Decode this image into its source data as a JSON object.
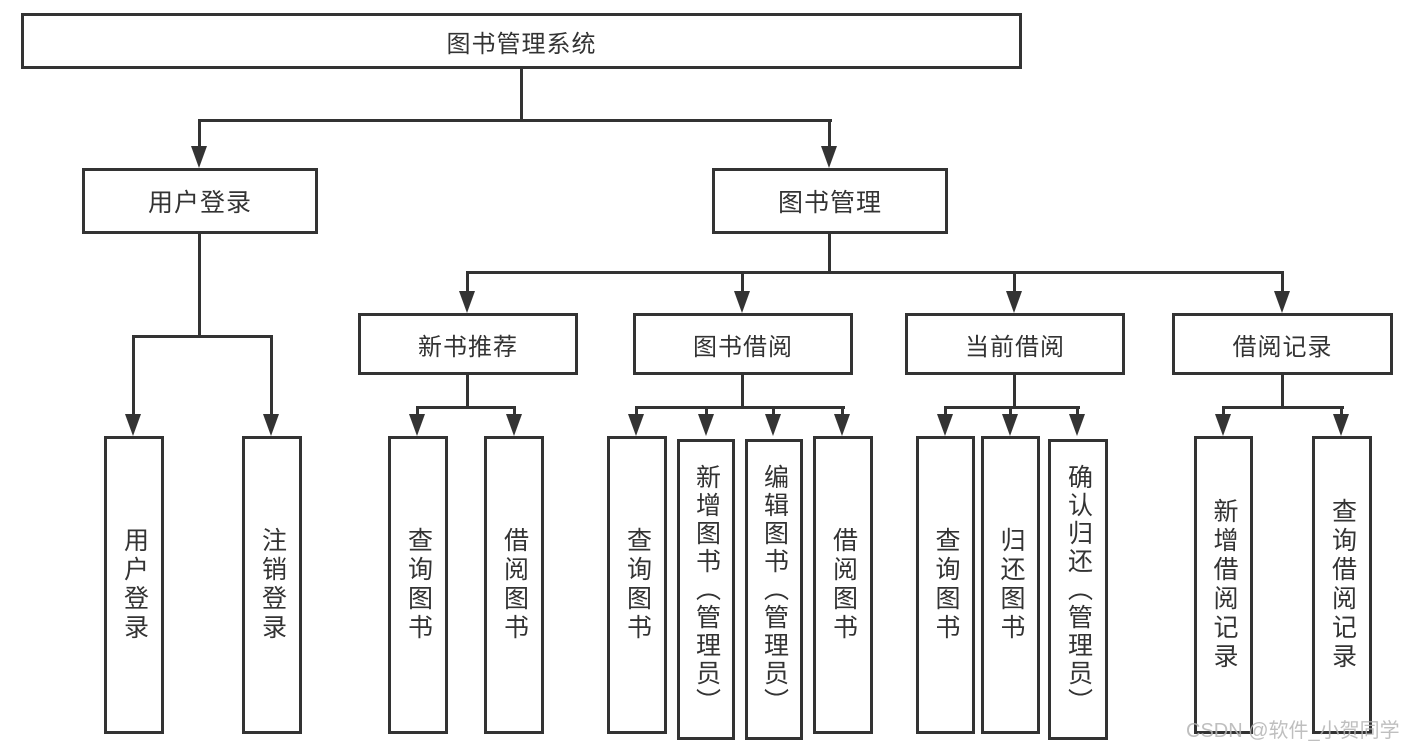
{
  "diagram": {
    "title": "图书管理系统",
    "nodes": {
      "root": {
        "label": "图书管理系统"
      },
      "user_login": {
        "label": "用户登录"
      },
      "book_mgmt": {
        "label": "图书管理"
      },
      "new_book": {
        "label": "新书推荐"
      },
      "book_borrow": {
        "label": "图书借阅"
      },
      "current_borrow": {
        "label": "当前借阅"
      },
      "borrow_record": {
        "label": "借阅记录"
      },
      "leaf_user_login": {
        "label": "用户登录"
      },
      "leaf_logout": {
        "label": "注销登录"
      },
      "leaf_nb_query": {
        "label": "查询图书"
      },
      "leaf_nb_borrow": {
        "label": "借阅图书"
      },
      "leaf_bb_query": {
        "label": "查询图书"
      },
      "leaf_bb_add": {
        "label": "新增图书（管理员）"
      },
      "leaf_bb_edit": {
        "label": "编辑图书（管理员）"
      },
      "leaf_bb_borrow": {
        "label": "借阅图书"
      },
      "leaf_cb_query": {
        "label": "查询图书"
      },
      "leaf_cb_return": {
        "label": "归还图书"
      },
      "leaf_cb_confirm": {
        "label": "确认归还（管理员）"
      },
      "leaf_br_add": {
        "label": "新增借阅记录"
      },
      "leaf_br_query": {
        "label": "查询借阅记录"
      }
    },
    "edges": [
      {
        "parent": "root",
        "children": [
          "user_login",
          "book_mgmt"
        ]
      },
      {
        "parent": "user_login",
        "children": [
          "leaf_user_login",
          "leaf_logout"
        ]
      },
      {
        "parent": "book_mgmt",
        "children": [
          "new_book",
          "book_borrow",
          "current_borrow",
          "borrow_record"
        ]
      },
      {
        "parent": "new_book",
        "children": [
          "leaf_nb_query",
          "leaf_nb_borrow"
        ]
      },
      {
        "parent": "book_borrow",
        "children": [
          "leaf_bb_query",
          "leaf_bb_add",
          "leaf_bb_edit",
          "leaf_bb_borrow"
        ]
      },
      {
        "parent": "current_borrow",
        "children": [
          "leaf_cb_query",
          "leaf_cb_return",
          "leaf_cb_confirm"
        ]
      },
      {
        "parent": "borrow_record",
        "children": [
          "leaf_br_add",
          "leaf_br_query"
        ]
      }
    ]
  },
  "watermark": "CSDN @软件_小贺同学",
  "colors": {
    "line": "#333333",
    "text": "#333333",
    "background": "#ffffff",
    "watermark": "#b5b5b5"
  }
}
